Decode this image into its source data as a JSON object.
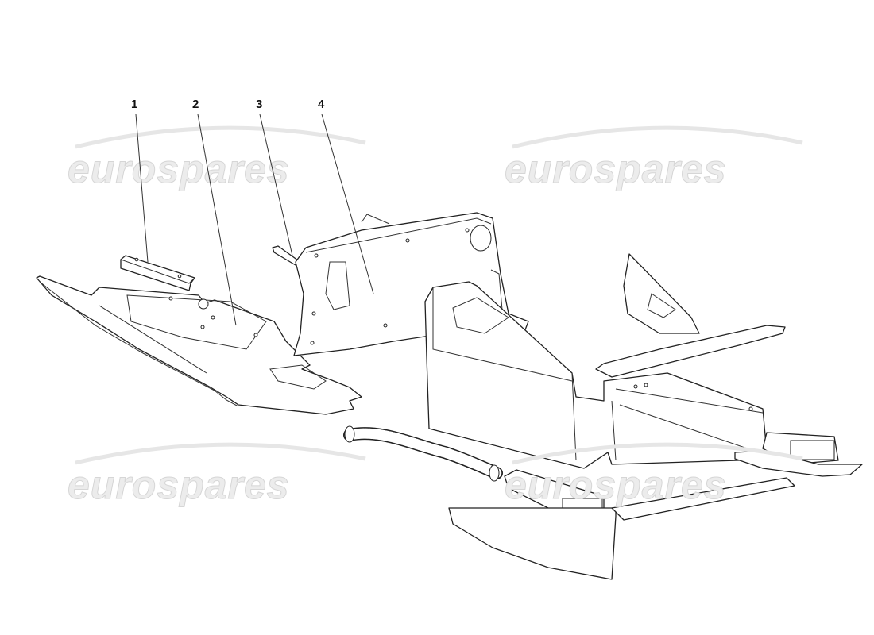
{
  "diagram": {
    "callouts": [
      {
        "label": "1",
        "part": "reinforcement-strip"
      },
      {
        "label": "2",
        "part": "floor-pan"
      },
      {
        "label": "3",
        "part": "bracket"
      },
      {
        "label": "4",
        "part": "bulkhead-panel"
      }
    ],
    "watermark": "eurospares"
  }
}
